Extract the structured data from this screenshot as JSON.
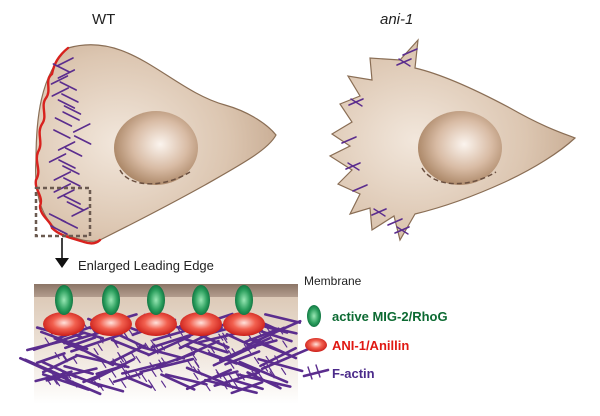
{
  "panels": {
    "wt_label": "WT",
    "mutant_label": "ani-1"
  },
  "enlarged_label": "Enlarged Leading Edge",
  "membrane_label": "Membrane",
  "legend": {
    "rhog": "active MIG-2/RhoG",
    "anillin": "ANI-1/Anillin",
    "factin": "F-actin"
  },
  "colors": {
    "cell_fill": "#dcc6b1",
    "cell_stroke": "#8a6e55",
    "nucleus_center": "#f7ece3",
    "nucleus_edge": "#a88266",
    "leading_edge": "#d8221e",
    "actin": "#5b2d8e",
    "rhog_dark": "#0a6b3a",
    "rhog_light": "#7fd7a0",
    "anillin_dark": "#d01b17",
    "anillin_light": "#ffd0c8",
    "membrane": "#a08878",
    "legend_green": "#0c6a32",
    "legend_red": "#e01812",
    "legend_purple": "#4b2a8a"
  }
}
